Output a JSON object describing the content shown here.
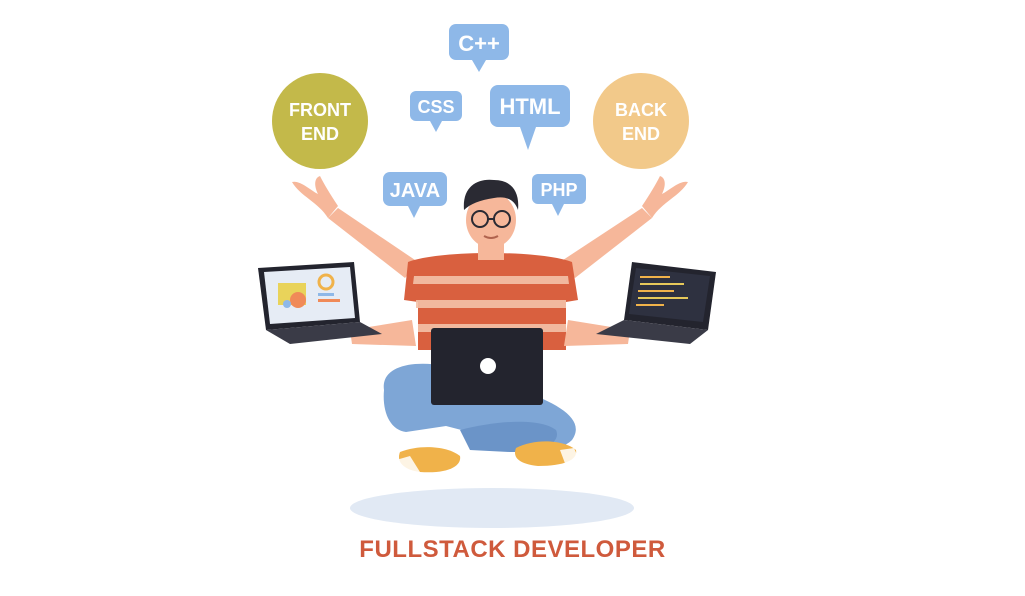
{
  "labels": {
    "front_end": [
      "FRONT",
      "END"
    ],
    "back_end": [
      "BACK",
      "END"
    ],
    "cpp": "C++",
    "css": "CSS",
    "html": "HTML",
    "java": "JAVA",
    "php": "PHP"
  },
  "caption": "FULLSTACK DEVELOPER",
  "colors": {
    "front_end_circle": "#c3b94a",
    "back_end_circle": "#f2c98a",
    "bubble": "#8eb8e8",
    "shirt": "#d9603f",
    "skin": "#f6b79a",
    "jeans": "#7ea6d6",
    "laptop": "#23242e",
    "caption": "#cf5a3c"
  }
}
